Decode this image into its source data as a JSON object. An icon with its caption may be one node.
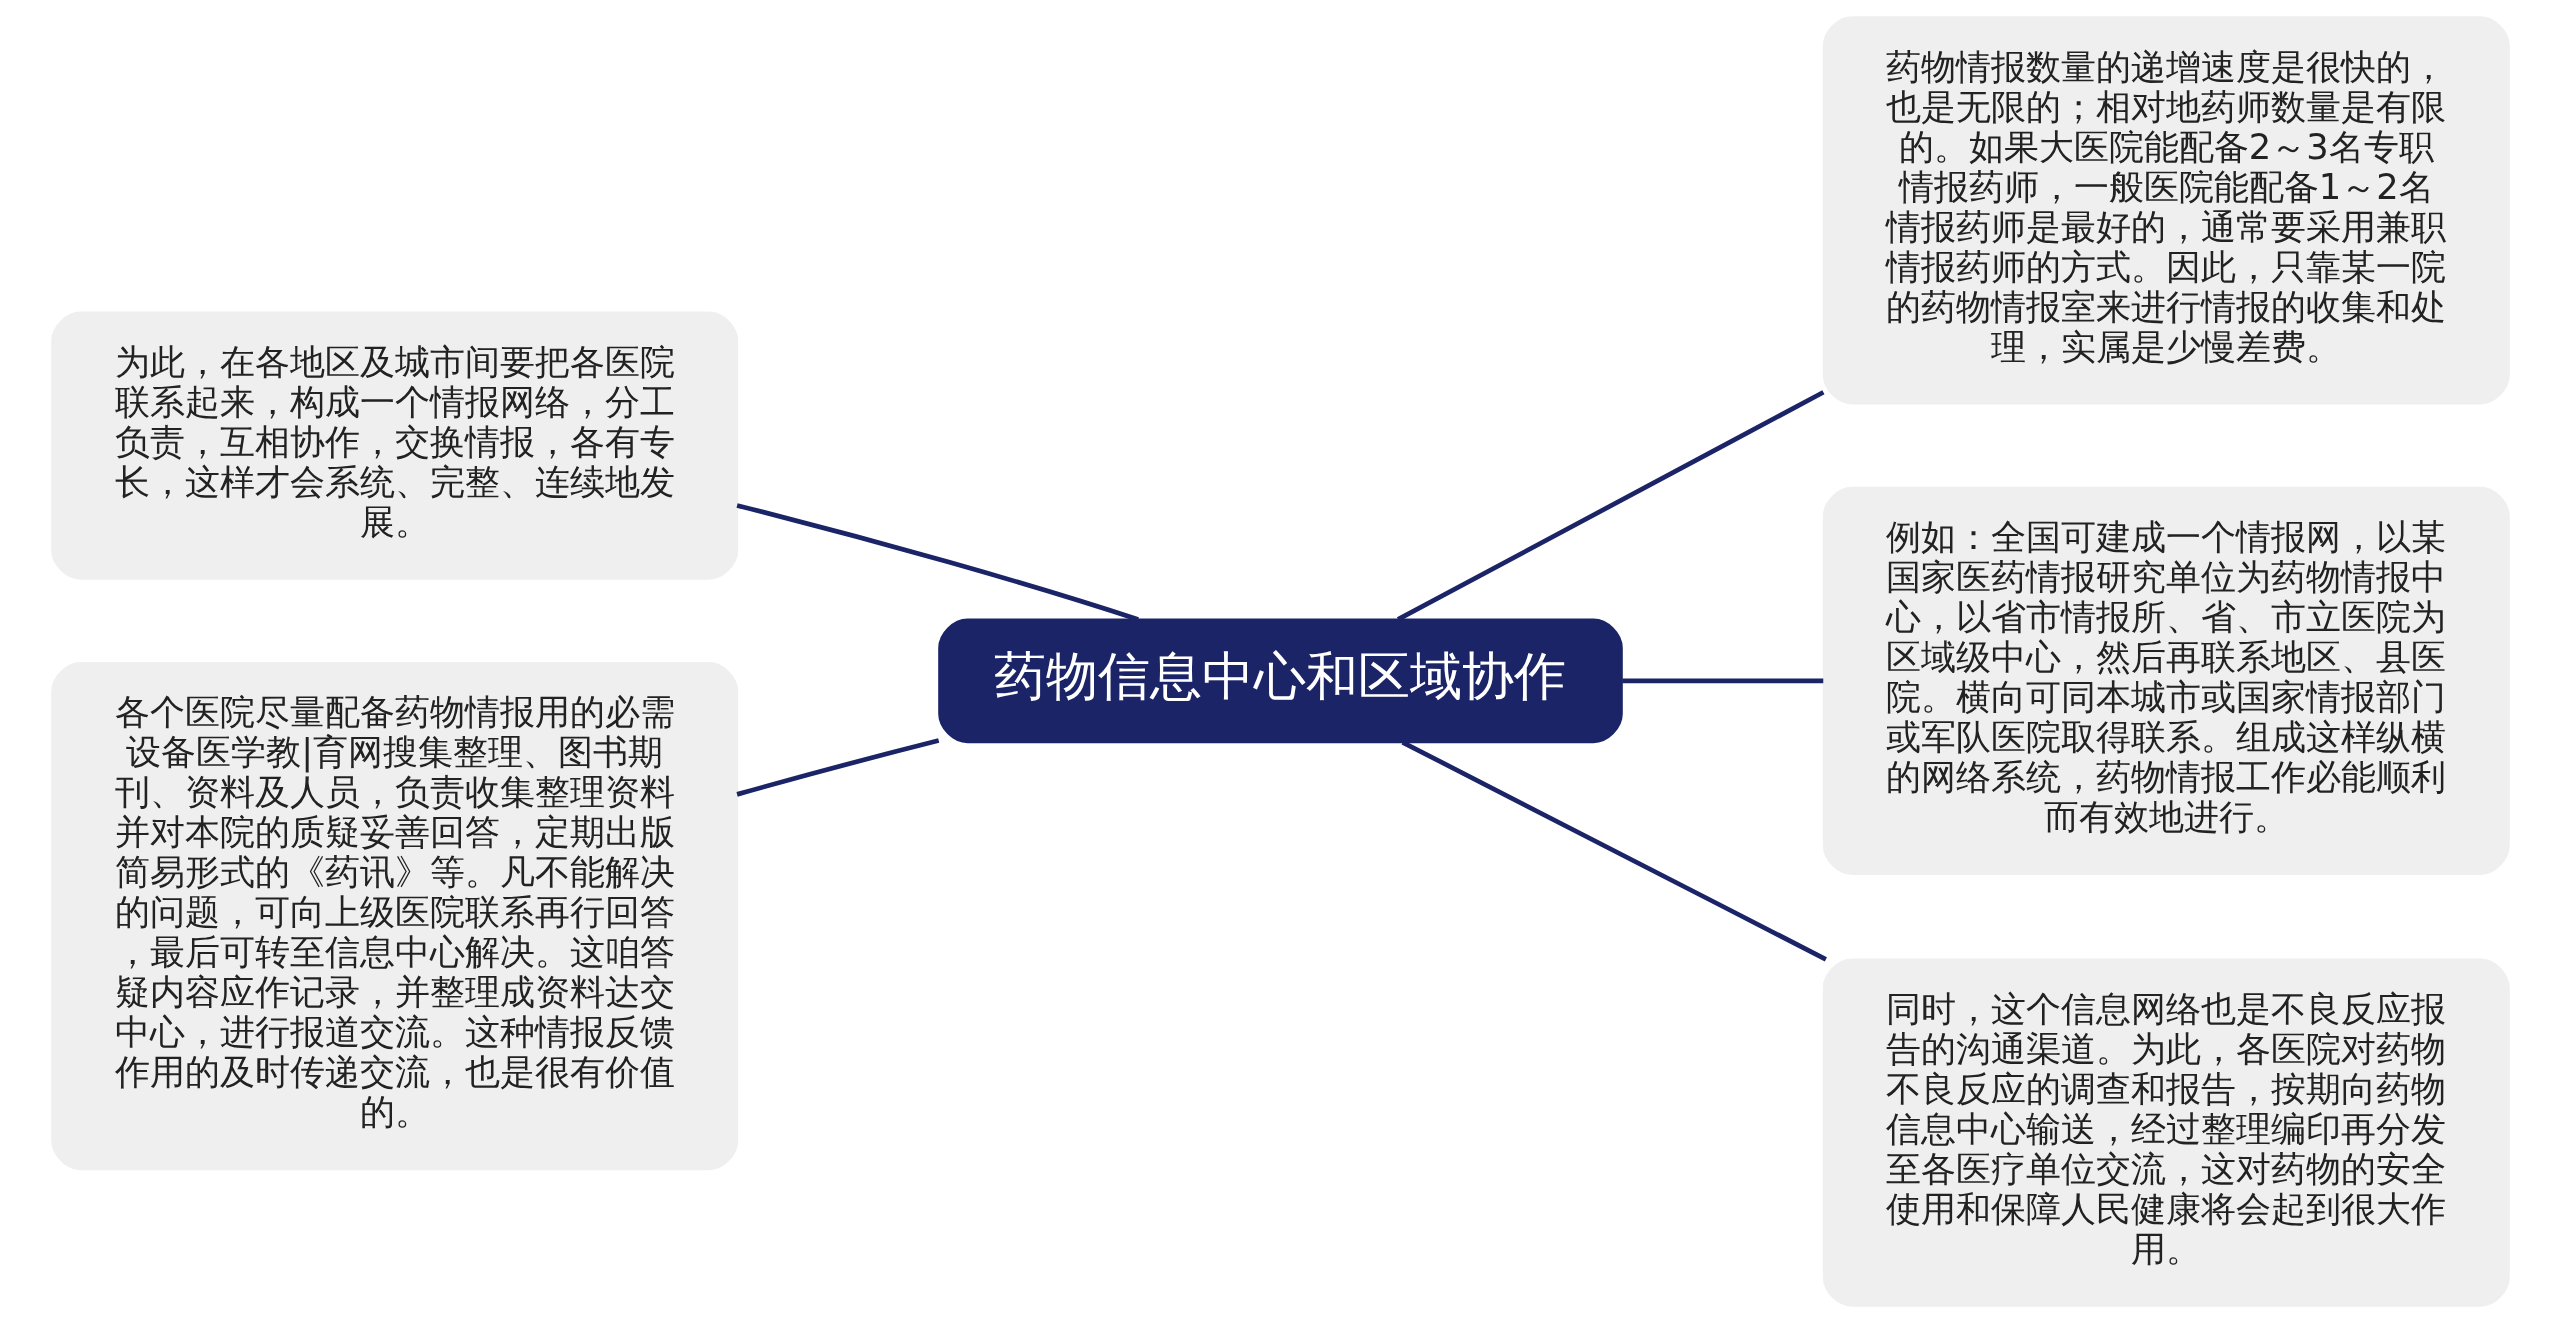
{
  "diagram": {
    "nodes": [
      {
        "text": [
          "药物信息中心和区域协作"
        ]
      },
      {
        "text": [
          "为此，在各地区及城市间要把各医院联系起来，构成一个情报网络，分工负责，互相协作，交换情报，各有专长，这样才会系统、完整、连续地发展。"
        ]
      },
      {
        "text": [
          "各个医院尽量配备药物情报用的必需设备医学教|育网搜集整理、图书期刊、资料及人员，负责收集整理资料并对本院的质疑妥善回答，定期出版简易形式的《药讯》等。凡不能解决的问题，可向上级医院联系再行回答，最后可转至信息中心解决。这咱答疑内容应作记录，并整理成资料达交中心，进行报道交流。这种情报反馈作用的及时传递交流，也是很有价值的。"
        ]
      },
      {
        "text": [
          "药物情报数量的递增速度是很快的，也是无限的；相对地药师数量是有限的。如果大医院能配备2～3名专职情报药师，一般医院能配备1～2名情报药师是最好的，通常要采用兼职情报药师的方式。因此，只靠某一院的药物情报室来进行情报的收集和处理，实属是少慢差费。"
        ]
      },
      {
        "text": [
          "例如：全国可建成一个情报网，以某国家医药情报研究单位为药物情报中心，以省市情报所、省、市立医院为区域级中心，然后再联系地区、县医院。横向可同本城市或国家情报部门或军队医院取得联系。组成这样纵横的网络系统，药物情报工作必能顺利而有效地进行。"
        ]
      },
      {
        "text": [
          "同时，这个信息网络也是不良反应报告的沟通渠道。为此，各医院对药物不良反应的调查和报告，按期向药物信息中心输送，经过整理编印再分发至各医疗单位交流，这对药物的安全使用和保障人民健康将会起到很大作用。"
        ]
      }
    ],
    "edges": [
      {
        "from": 0,
        "to": 1,
        "arrow": "none"
      },
      {
        "from": 0,
        "to": 2,
        "arrow": "none"
      },
      {
        "from": 0,
        "to": 3,
        "arrow": "none"
      },
      {
        "from": 0,
        "to": 4,
        "arrow": "none"
      },
      {
        "from": 0,
        "to": 5,
        "arrow": "none"
      }
    ]
  }
}
